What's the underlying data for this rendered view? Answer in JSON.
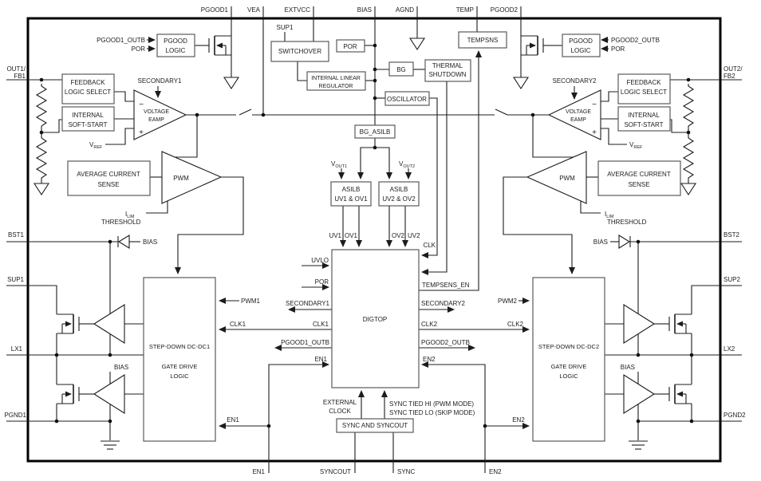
{
  "colors": {
    "wire": "#1c1c1c",
    "box_stroke": "#5a5a5a",
    "border": "#000000",
    "background": "#ffffff",
    "text": "#1c1c1c"
  },
  "pins": {
    "top": [
      "PGOOD1",
      "VEA",
      "EXTVCC",
      "BIAS",
      "AGND",
      "TEMP",
      "PGOOD2"
    ],
    "bottom": [
      "EN1",
      "SYNCOUT",
      "SYNC",
      "EN2"
    ],
    "left": {
      "out": "OUT1/",
      "fb": "FB1",
      "bst": "BST1",
      "sup": "SUP1",
      "lx": "LX1",
      "pgnd": "PGND1"
    },
    "right": {
      "out": "OUT2/",
      "fb": "FB2",
      "bst": "BST2",
      "sup": "SUP2",
      "lx": "LX2",
      "pgnd": "PGND2"
    }
  },
  "blocks": {
    "pgood_logic1": "PGOOD",
    "pgood_logic2": "LOGIC",
    "switchover": "SWITCHOVER",
    "por": "POR",
    "linreg1": "INTERNAL LINEAR",
    "linreg2": "REGULATOR",
    "bg": "BG",
    "thermal1": "THERMAL",
    "thermal2": "SHUTDOWN",
    "oscillator": "OSCILLATOR",
    "tempsns": "TEMPSNS",
    "bg_asilb": "BG_ASILB",
    "asilb": "ASILB",
    "asilb1_row2": "UV1 & OV1",
    "asilb2_row2": "UV2 & OV2",
    "digtop": "DIGTOP",
    "feedback1": "FEEDBACK",
    "feedback2": "LOGIC SELECT",
    "softstart1": "INTERNAL",
    "softstart2": "SOFT-START",
    "eamp1": "VOLTAGE",
    "eamp2": "EAMP",
    "acs1": "AVERAGE CURRENT",
    "acs2": "SENSE",
    "pwm": "PWM",
    "dcdc1_title": "STEP-DOWN DC-DC1",
    "dcdc2_title": "STEP-DOWN DC-DC2",
    "dcdc_row2": "GATE DRIVE",
    "dcdc_row3": "LOGIC",
    "sync_box": "SYNC AND SYNCOUT"
  },
  "signals": {
    "pgood1_outb": "PGOOD1_OUTB",
    "pgood2_outb": "PGOOD2_OUTB",
    "por": "POR",
    "sup1": "SUP1",
    "secondary1": "SECONDARY1",
    "secondary2": "SECONDARY2",
    "v": "V",
    "ref_sub": "REF",
    "out1_sub": "OUT1",
    "out2_sub": "OUT2",
    "i": "I",
    "lim_sub": "LIM",
    "threshold": "THRESHOLD",
    "bias": "BIAS",
    "uv1": "UV1",
    "ov1": "OV1",
    "ov2": "OV2",
    "uv2": "UV2",
    "uvlo": "UVLO",
    "clk": "CLK",
    "tempsens_en": "TEMPSENS_EN",
    "clk1": "CLK1",
    "clk2": "CLK2",
    "pwm1": "PWM1",
    "pwm2": "PWM2",
    "en1": "EN1",
    "en2": "EN2",
    "ext_clock1": "EXTERNAL",
    "ext_clock2": "CLOCK",
    "sync_hi": "SYNC TIED HI (PWM MODE)",
    "sync_lo": "SYNC TIED LO (SKIP MODE)",
    "minus": "−",
    "plus": "+"
  }
}
